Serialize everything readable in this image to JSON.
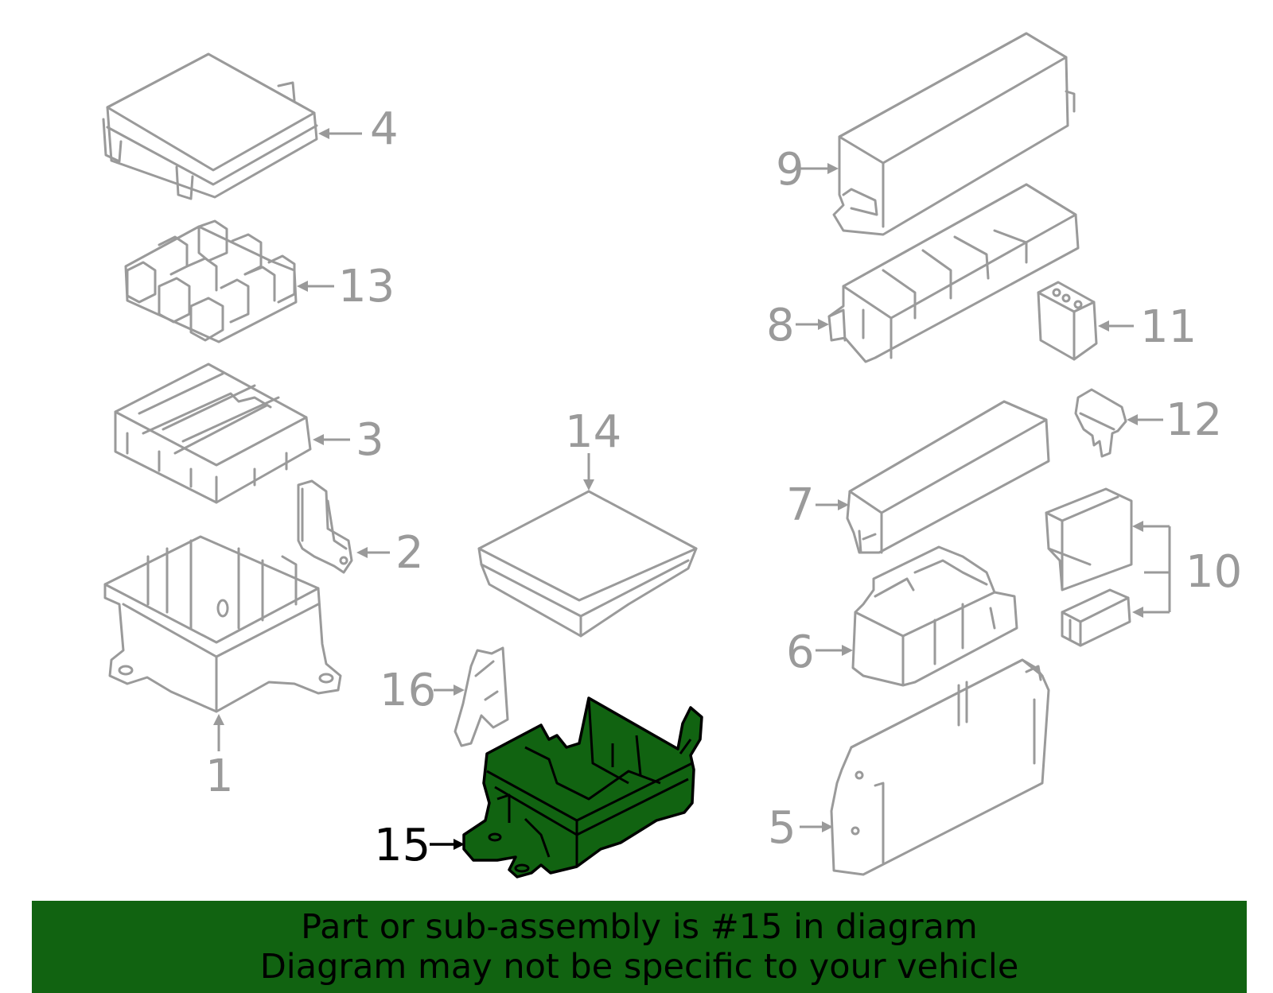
{
  "colors": {
    "highlight": "#116311",
    "banner_bg": "#116311",
    "part_stroke": "#9a9a9a"
  },
  "callouts": {
    "c1": "1",
    "c2": "2",
    "c3": "3",
    "c4": "4",
    "c5": "5",
    "c6": "6",
    "c7": "7",
    "c8": "8",
    "c9": "9",
    "c10": "10",
    "c11": "11",
    "c12": "12",
    "c13": "13",
    "c14": "14",
    "c15": "15",
    "c16": "16"
  },
  "highlighted_part": "15",
  "banner": {
    "line1": "Part or sub-assembly is #15 in diagram",
    "line2": "Diagram may not be specific to your vehicle"
  }
}
